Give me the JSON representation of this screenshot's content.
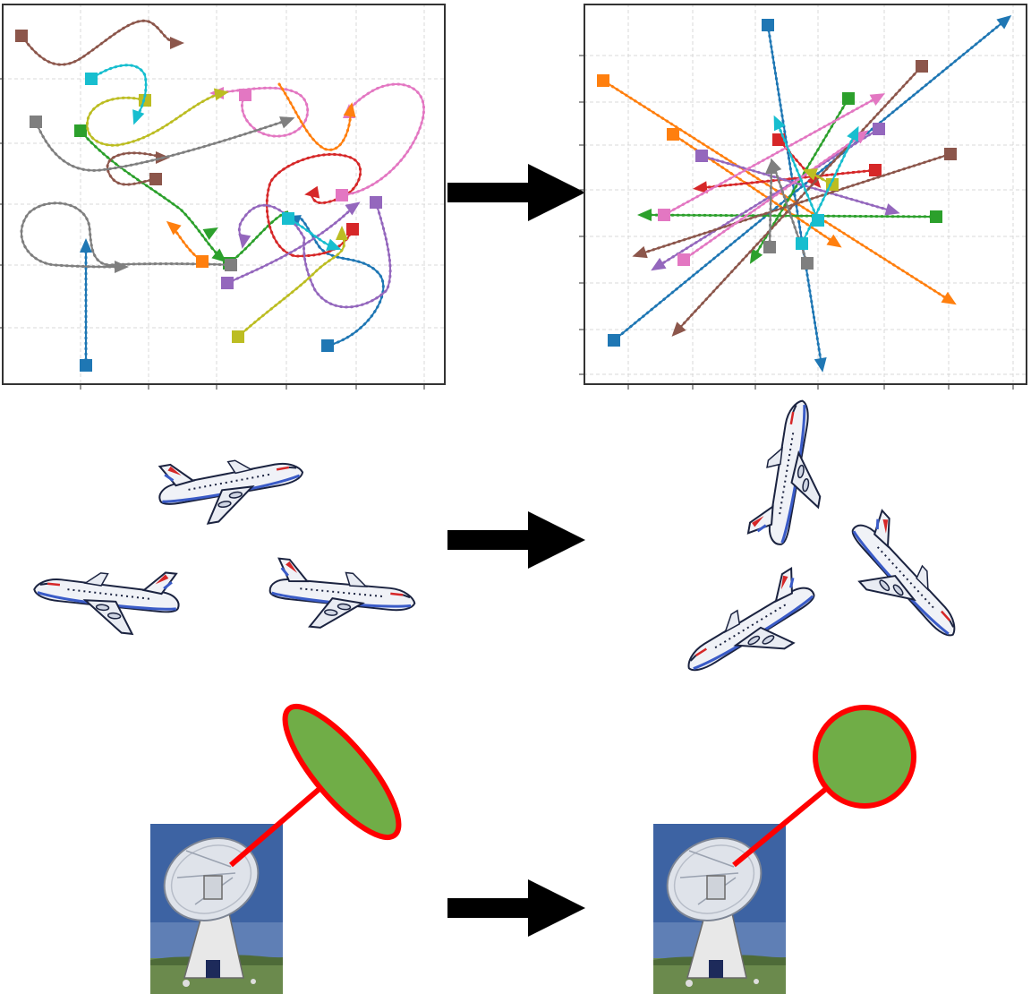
{
  "diagram": {
    "rows": [
      "trajectory-plots",
      "airplane-orientations",
      "radar-beam-shapes"
    ]
  },
  "colors": {
    "series": [
      "#1f77b4",
      "#ff7f0e",
      "#2ca02c",
      "#d62728",
      "#9467bd",
      "#8c564b",
      "#e377c2",
      "#7f7f7f",
      "#bcbd22",
      "#17becf"
    ],
    "arrow": "#000000",
    "beam_fill": "#70ad47",
    "beam_stroke": "#ff0000",
    "grid": "#d8d8d8",
    "frame": "#333333"
  },
  "icons": {
    "arrow": "right-arrow-icon",
    "plane": "airplane-icon",
    "dish": "radio-telescope-icon"
  }
}
